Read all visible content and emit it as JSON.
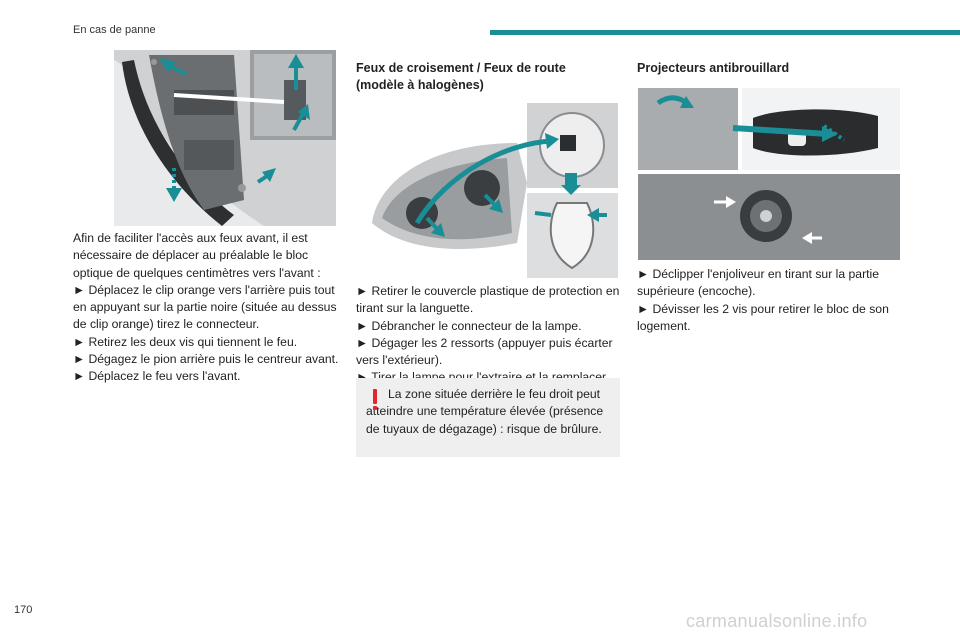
{
  "header": {
    "title": "En cas de panne"
  },
  "page_number": "170",
  "watermark": "carmanualsonline.info",
  "col1": {
    "paragraphs": [
      "Afin de faciliter l'accès aux feux avant, il est nécessaire de déplacer au préalable le bloc optique de quelques centimètres vers l'avant :",
      "► Déplacez le clip orange vers l'arrière puis tout en appuyant sur la partie noire (située au dessus de clip orange) tirez le connecteur.",
      "► Retirez les deux vis qui tiennent le feu.",
      "► Dégagez le pion arrière puis le centreur avant.",
      "► Déplacez le feu vers l'avant."
    ]
  },
  "col2": {
    "title": "Feux de croisement / Feux de route (modèle à halogènes)",
    "paragraphs": [
      "► Retirer le couvercle plastique de protection en tirant sur la languette.",
      "► Débrancher le connecteur de la lampe.",
      "► Dégager les 2 ressorts (appuyer puis écarter vers l'extérieur).",
      "► Tirer la lampe pour l'extraire et la remplacer."
    ],
    "warning": {
      "icon": "exclamation-icon",
      "text": "La zone située derrière le feu droit peut atteindre une température élevée (présence de tuyaux de dégazage) : risque de brûlure."
    }
  },
  "col3": {
    "title": "Projecteurs antibrouillard",
    "paragraphs": [
      "► Déclipper l'enjoliveur en tirant sur la partie supérieure (encoche).",
      "► Dévisser les 2 vis pour retirer le bloc de son logement."
    ]
  },
  "colors": {
    "accent": "#1a8e96",
    "warning": "#e3262b",
    "box_bg": "#efefef"
  }
}
